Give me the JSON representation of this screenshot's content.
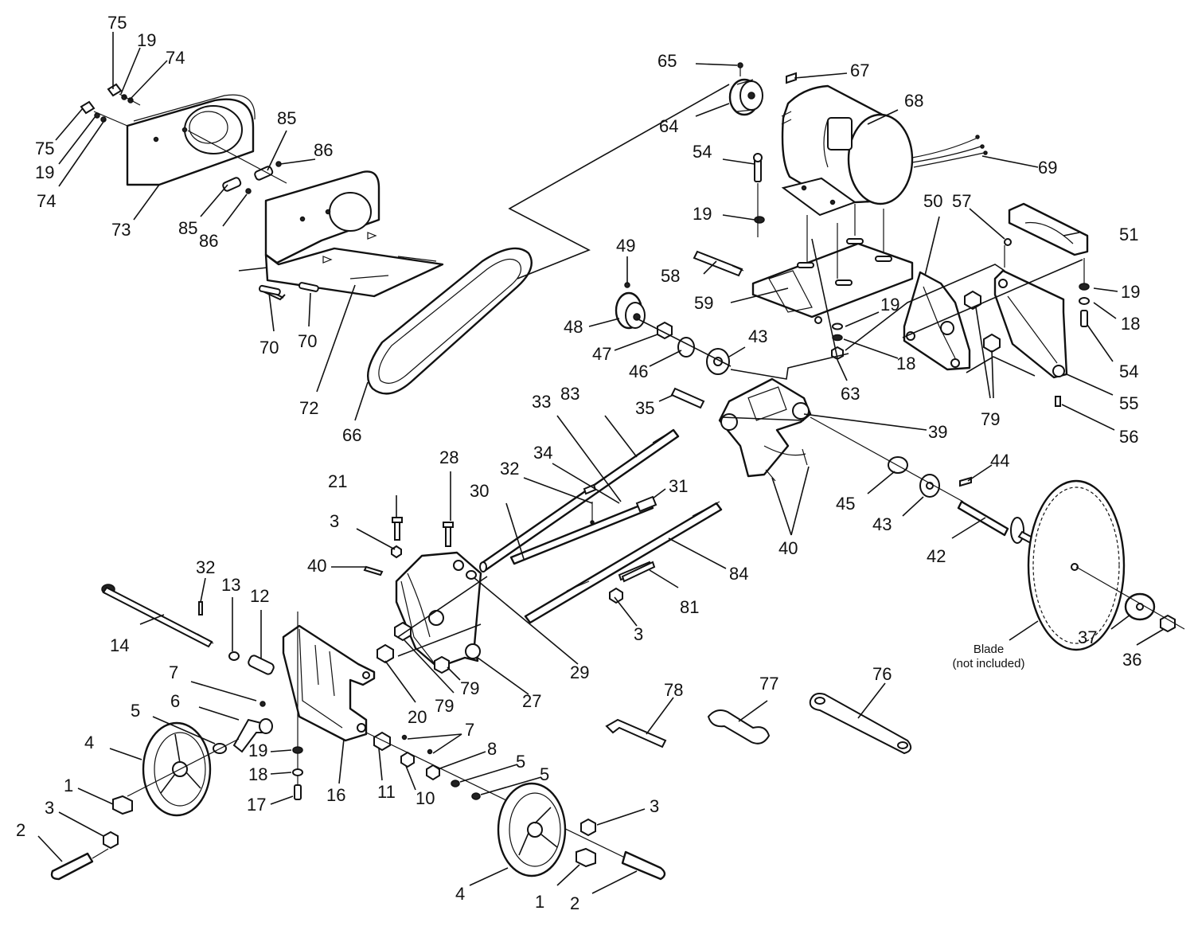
{
  "labels": [
    {
      "text": "75"
    },
    {
      "text": "19"
    },
    {
      "text": "74"
    },
    {
      "text": "75"
    },
    {
      "text": "19"
    },
    {
      "text": "74"
    },
    {
      "text": "73"
    },
    {
      "text": "85"
    },
    {
      "text": "86"
    },
    {
      "text": "85"
    },
    {
      "text": "86"
    },
    {
      "text": "70"
    },
    {
      "text": "70"
    },
    {
      "text": "72"
    },
    {
      "text": "66"
    },
    {
      "text": "65"
    },
    {
      "text": "64"
    },
    {
      "text": "67"
    },
    {
      "text": "68"
    },
    {
      "text": "69"
    },
    {
      "text": "54"
    },
    {
      "text": "19"
    },
    {
      "text": "58"
    },
    {
      "text": "59"
    },
    {
      "text": "19"
    },
    {
      "text": "18"
    },
    {
      "text": "63"
    },
    {
      "text": "50"
    },
    {
      "text": "57"
    },
    {
      "text": "51"
    },
    {
      "text": "19"
    },
    {
      "text": "18"
    },
    {
      "text": "54"
    },
    {
      "text": "55"
    },
    {
      "text": "56"
    },
    {
      "text": "79"
    },
    {
      "text": "49"
    },
    {
      "text": "48"
    },
    {
      "text": "47"
    },
    {
      "text": "46"
    },
    {
      "text": "43"
    },
    {
      "text": "35"
    },
    {
      "text": "39"
    },
    {
      "text": "33"
    },
    {
      "text": "83"
    },
    {
      "text": "28"
    },
    {
      "text": "21"
    },
    {
      "text": "3"
    },
    {
      "text": "40"
    },
    {
      "text": "32"
    },
    {
      "text": "30"
    },
    {
      "text": "34"
    },
    {
      "text": "31"
    },
    {
      "text": "40"
    },
    {
      "text": "45"
    },
    {
      "text": "43"
    },
    {
      "text": "44"
    },
    {
      "text": "42"
    },
    {
      "text": "84"
    },
    {
      "text": "81"
    },
    {
      "text": "3"
    },
    {
      "text": "29"
    },
    {
      "text": "27"
    },
    {
      "text": "79"
    },
    {
      "text": "79"
    },
    {
      "text": "20"
    },
    {
      "text": "32"
    },
    {
      "text": "13"
    },
    {
      "text": "12"
    },
    {
      "text": "14"
    },
    {
      "text": "7"
    },
    {
      "text": "6"
    },
    {
      "text": "5"
    },
    {
      "text": "4"
    },
    {
      "text": "1"
    },
    {
      "text": "3"
    },
    {
      "text": "2"
    },
    {
      "text": "19"
    },
    {
      "text": "18"
    },
    {
      "text": "17"
    },
    {
      "text": "16"
    },
    {
      "text": "11"
    },
    {
      "text": "10"
    },
    {
      "text": "7"
    },
    {
      "text": "8"
    },
    {
      "text": "5"
    },
    {
      "text": "5"
    },
    {
      "text": "3"
    },
    {
      "text": "4"
    },
    {
      "text": "1"
    },
    {
      "text": "2"
    },
    {
      "text": "78"
    },
    {
      "text": "77"
    },
    {
      "text": "76"
    },
    {
      "text": "37"
    },
    {
      "text": "36"
    }
  ],
  "blade_caption": {
    "line1": "Blade",
    "line2": "(not included)"
  }
}
